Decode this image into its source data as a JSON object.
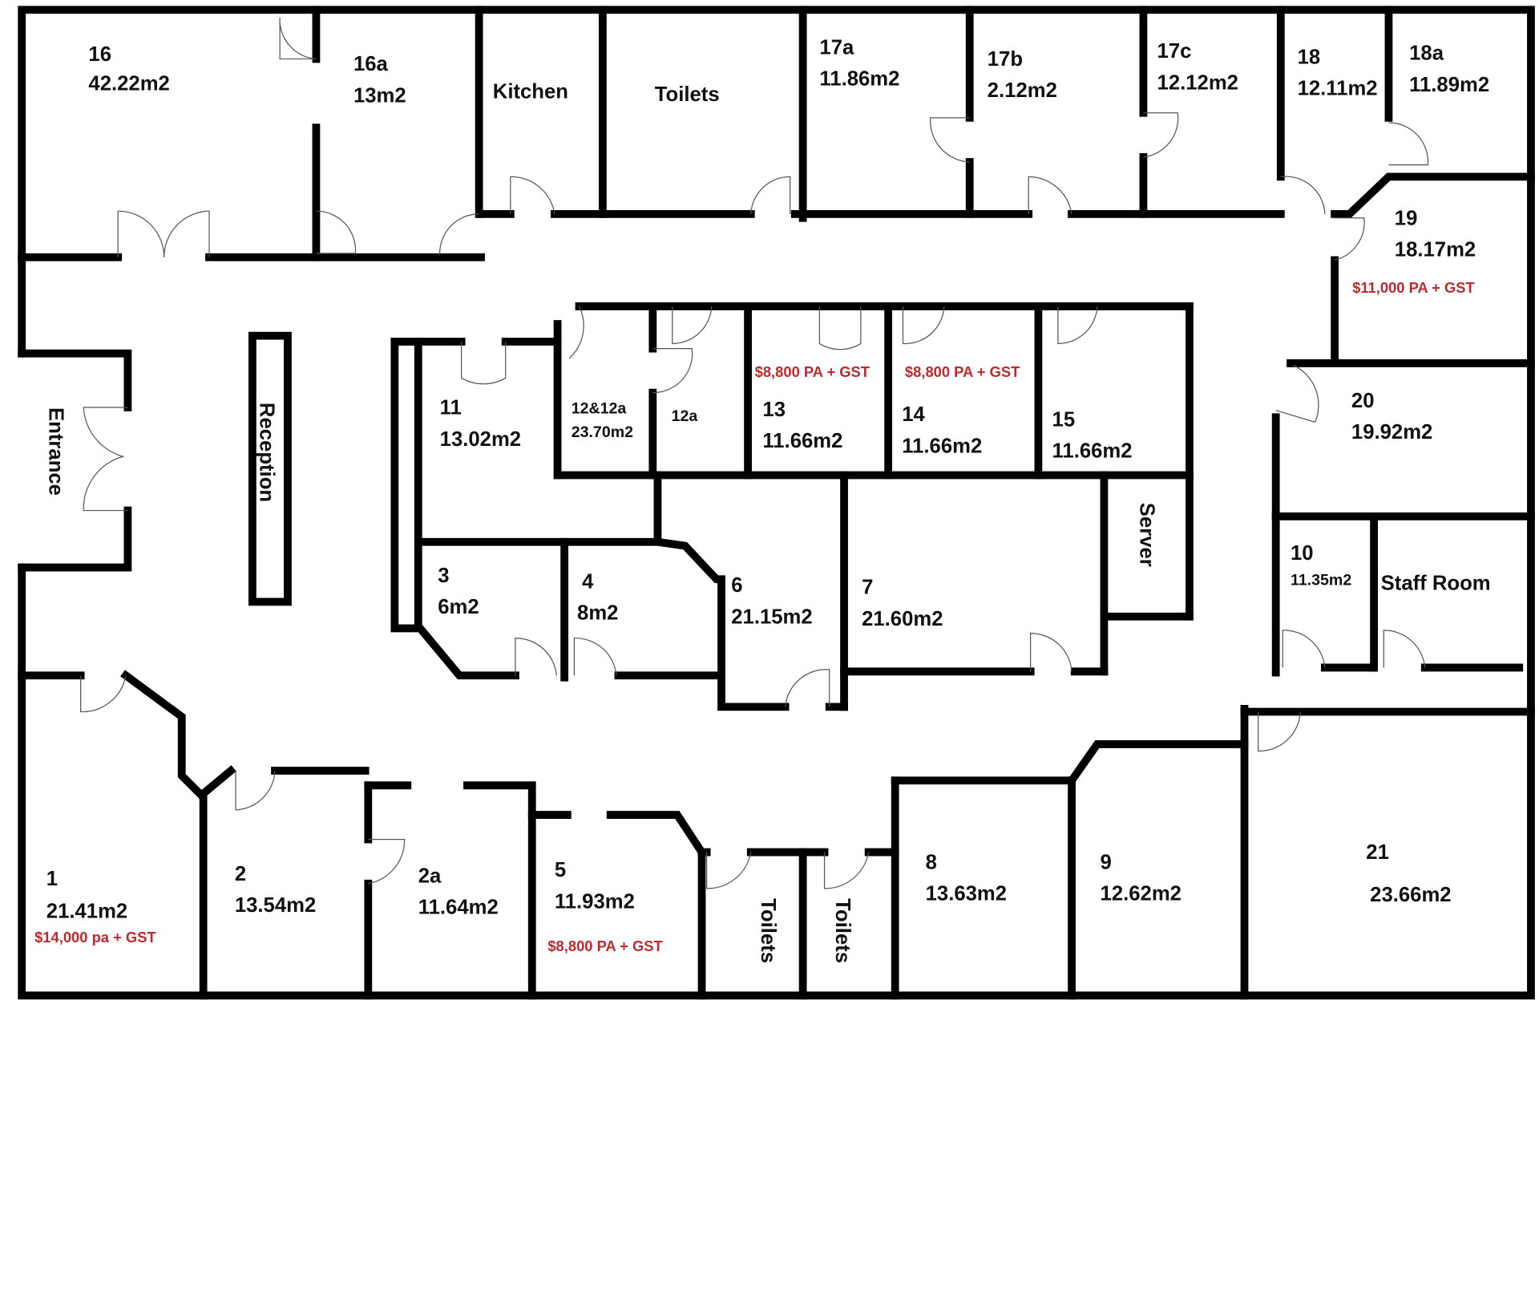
{
  "title": "Office floor plan",
  "colors": {
    "wall": "#000000",
    "price": "#c0282e"
  },
  "rooms": {
    "r16": {
      "num": "16",
      "area": "42.22m2"
    },
    "r16a": {
      "num": "16a",
      "area": "13m2"
    },
    "kitchen": "Kitchen",
    "toilets_top": "Toilets",
    "r17a": {
      "num": "17a",
      "area": "11.86m2"
    },
    "r17b": {
      "num": "17b",
      "area": "2.12m2"
    },
    "r17c": {
      "num": "17c",
      "area": "12.12m2"
    },
    "r18": {
      "num": "18",
      "area": "12.11m2"
    },
    "r18a": {
      "num": "18a",
      "area": "11.89m2"
    },
    "r19": {
      "num": "19",
      "area": "18.17m2",
      "price": "$11,000 PA + GST"
    },
    "r20": {
      "num": "20",
      "area": "19.92m2"
    },
    "r10": {
      "num": "10",
      "area": "11.35m2"
    },
    "staff_room": "Staff Room",
    "entrance": "Entrance",
    "reception": "Reception",
    "r11": {
      "num": "11",
      "area": "13.02m2"
    },
    "r12": {
      "num": "12&12a",
      "area": "23.70m2"
    },
    "r12a": {
      "num": "12a"
    },
    "r13": {
      "num": "13",
      "area": "11.66m2",
      "price": "$8,800 PA + GST"
    },
    "r14": {
      "num": "14",
      "area": "11.66m2",
      "price": "$8,800 PA + GST"
    },
    "r15": {
      "num": "15",
      "area": "11.66m2"
    },
    "server": "Server",
    "r3": {
      "num": "3",
      "area": "6m2"
    },
    "r4": {
      "num": "4",
      "area": "8m2"
    },
    "r6": {
      "num": "6",
      "area": "21.15m2"
    },
    "r7": {
      "num": "7",
      "area": "21.60m2"
    },
    "r1": {
      "num": "1",
      "area": "21.41m2",
      "price": "$14,000 pa + GST"
    },
    "r2": {
      "num": "2",
      "area": "13.54m2"
    },
    "r2a": {
      "num": "2a",
      "area": "11.64m2"
    },
    "r5": {
      "num": "5",
      "area": "11.93m2",
      "price": "$8,800 PA + GST"
    },
    "toilets_b1": "Toilets",
    "toilets_b2": "Toilets",
    "r8": {
      "num": "8",
      "area": "13.63m2"
    },
    "r9": {
      "num": "9",
      "area": "12.62m2"
    },
    "r21": {
      "num": "21",
      "area": "23.66m2"
    }
  }
}
